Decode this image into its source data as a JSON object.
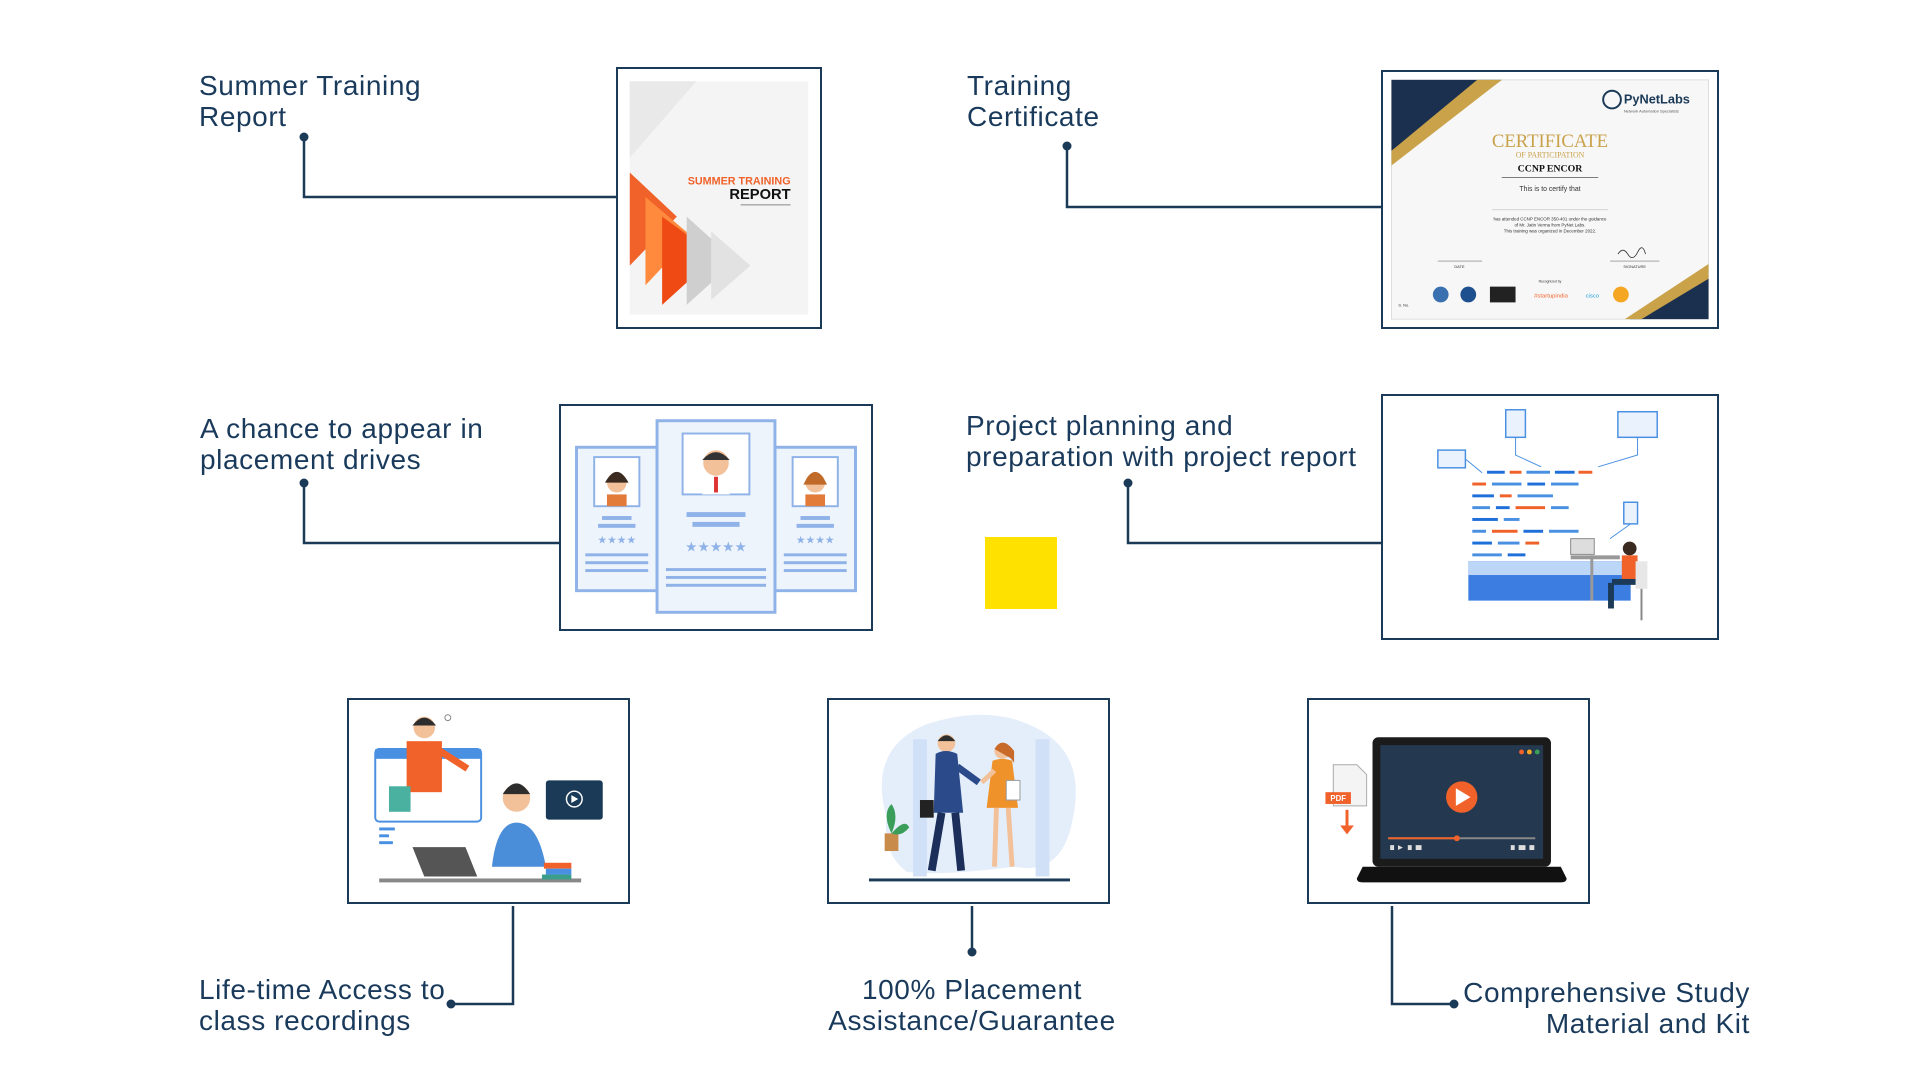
{
  "features": {
    "summer_report": {
      "line1": "Summer Training",
      "line2": "Report",
      "art_title1": "SUMMER TRAINING",
      "art_title2": "REPORT",
      "icon": "report-cover-icon"
    },
    "certificate": {
      "line1": "Training",
      "line2": "Certificate",
      "icon": "certificate-icon",
      "brand": "PyNetLabs",
      "brand_tag": "Network Automation Specialists",
      "heading": "CERTIFICATE",
      "sub_heading": "OF PARTICIPATION",
      "course": "CCNP ENCOR",
      "certify": "This is to certify that",
      "body1": "has attended CCNP ENCOR 350-401 under the guidance",
      "body2": "of Mr. Jatin Verma from PyNet Labs.",
      "body3": "This training was organized in December 2022.",
      "date_label": "DATE",
      "signature_label": "SIGNATURE",
      "sno_label": "S. No.",
      "recognized": "Recognized by",
      "startup": "#startupindia",
      "cisco": "cisco"
    },
    "placement_drives": {
      "line1": "A chance to appear in",
      "line2": "placement drives",
      "icon": "resume-profiles-icon"
    },
    "project_planning": {
      "line1": "Project planning and",
      "line2": "preparation with project report",
      "icon": "project-planning-icon"
    },
    "recordings": {
      "line1": "Life-time Access to",
      "line2": "class recordings",
      "icon": "online-class-icon"
    },
    "placement_assist": {
      "line1": "100% Placement",
      "line2": "Assistance/Guarantee",
      "icon": "handshake-icon"
    },
    "study_material": {
      "line1": "Comprehensive Study",
      "line2": "Material and Kit",
      "icon": "laptop-video-icon",
      "pdf": "PDF"
    }
  },
  "colors": {
    "navy": "#1b3a57",
    "orange": "#f0622a",
    "blue": "#4a90e2",
    "yellow": "#ffe100",
    "gold": "#c9a24a"
  }
}
